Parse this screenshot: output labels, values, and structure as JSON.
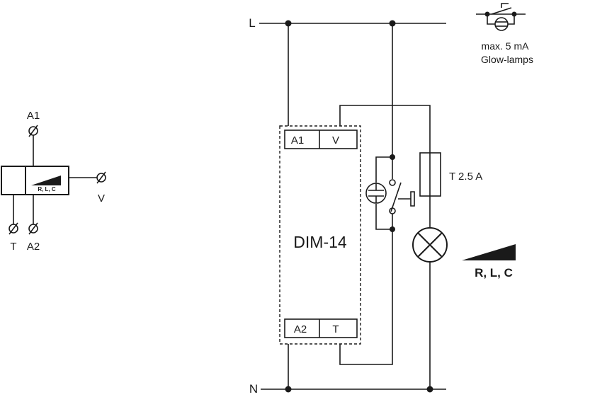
{
  "symbol": {
    "a1": "A1",
    "a2": "A2",
    "t": "T",
    "v": "V",
    "rlc": "R, L, C"
  },
  "main": {
    "line": "L",
    "neutral": "N",
    "device_name": "DIM-14",
    "term_a1": "A1",
    "term_v": "V",
    "term_a2": "A2",
    "term_t": "T",
    "fuse": "T 2.5 A",
    "load_type": "R, L, C"
  },
  "note": {
    "line1": "max. 5 mA",
    "line2": "Glow-lamps"
  }
}
